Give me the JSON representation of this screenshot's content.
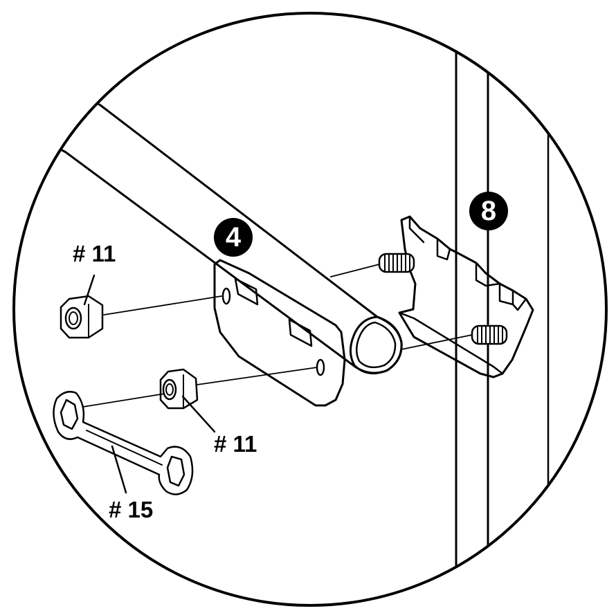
{
  "callouts": {
    "part_4": "4",
    "part_8": "8",
    "nut_upper": "# 11",
    "nut_lower": "# 11",
    "wrench": "# 15"
  },
  "colors": {
    "line": "#000000",
    "background": "#ffffff",
    "badge": "#000000",
    "badge_text": "#ffffff"
  }
}
